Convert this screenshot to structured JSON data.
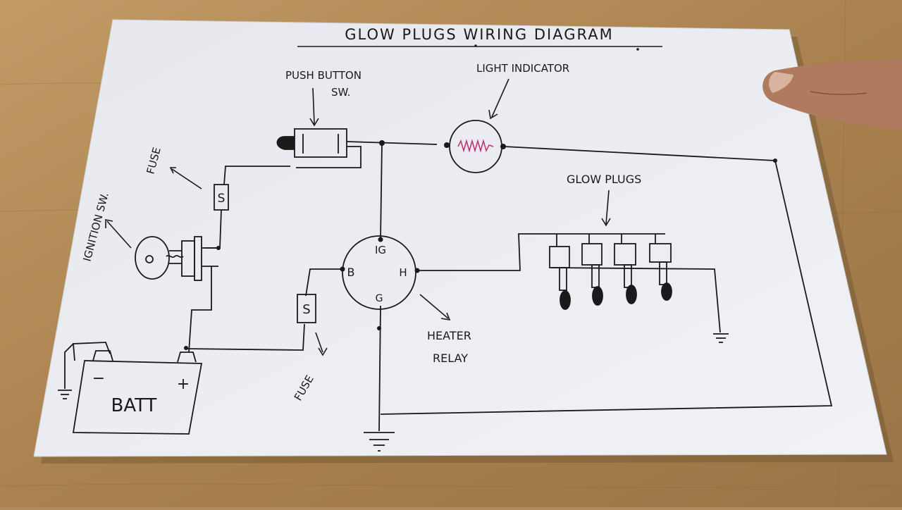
{
  "diagram": {
    "title": "GLOW PLUGS WIRING DIAGRAM",
    "labels": {
      "push_button": [
        "PUSH BUTTON",
        "SW."
      ],
      "light_indicator": "LIGHT INDICATOR",
      "fuse_top": "FUSE",
      "fuse_bottom": "FUSE",
      "ignition_switch": "IGNITION SW.",
      "glow_plugs": "GLOW PLUGS",
      "heater_relay": [
        "HEATER",
        "RELAY"
      ],
      "battery": "BATT",
      "battery_minus": "−",
      "battery_plus": "+",
      "fuse_symbol": "S",
      "relay_terminals": {
        "ig": "IG",
        "b": "B",
        "h": "H",
        "g": "G"
      }
    },
    "colors": {
      "table": "#b08a5a",
      "paper": "#eceef2",
      "ink": "#1a1a1a",
      "indicator_filament": "#c0306a",
      "finger": "#b07a5e"
    },
    "icons": [
      "ground-symbol-icon",
      "key-icon",
      "glow-plug-icon",
      "fuse-icon",
      "lamp-icon",
      "finger-icon"
    ]
  }
}
